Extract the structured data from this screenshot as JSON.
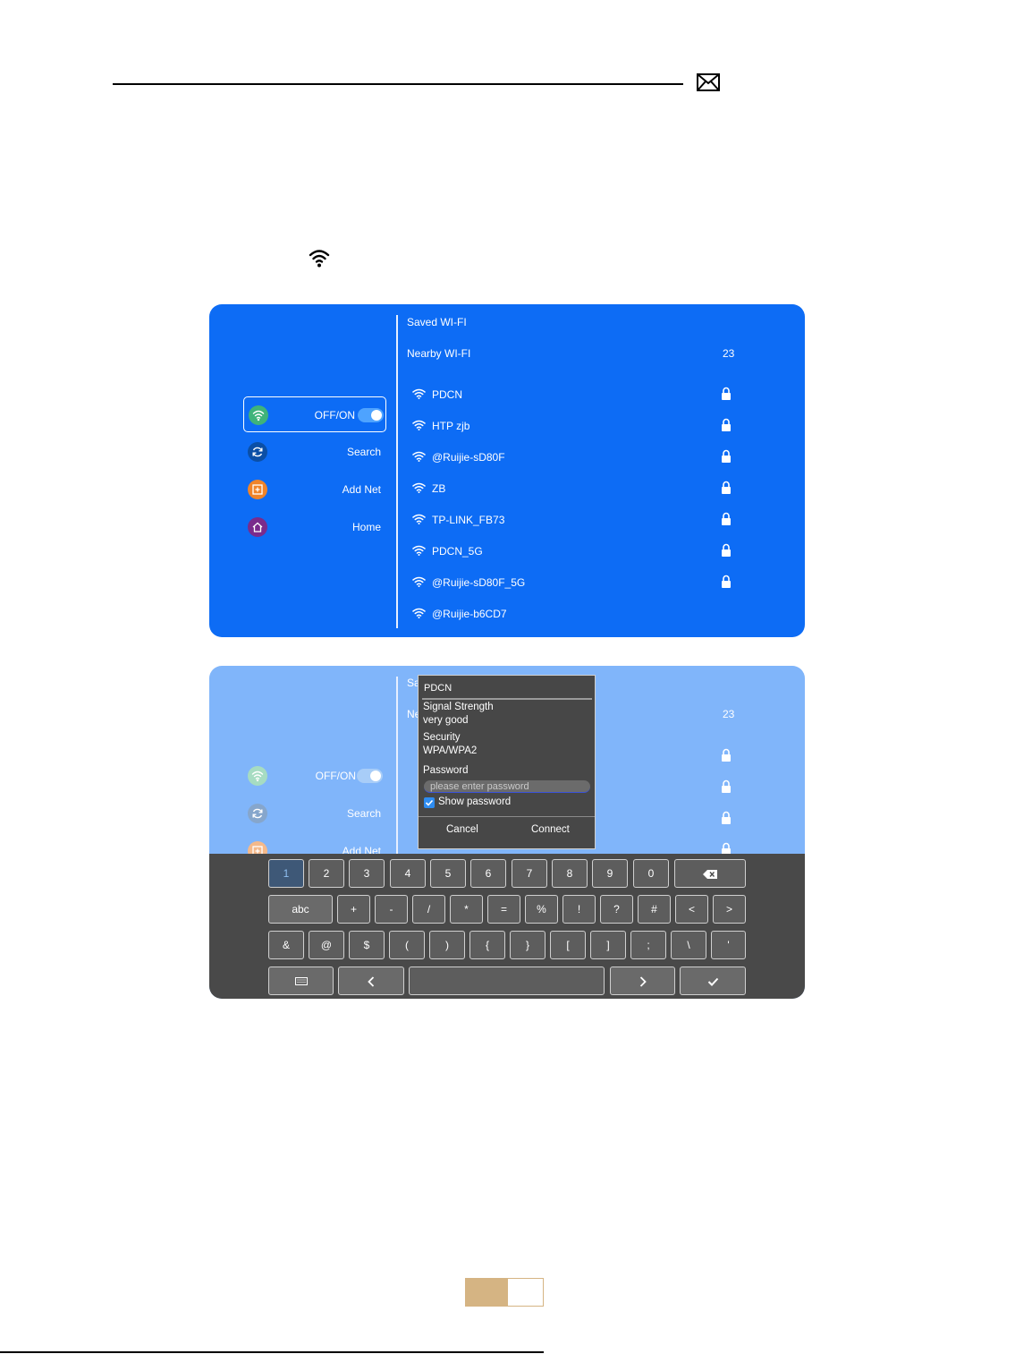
{
  "panel1": {
    "saved_label": "Saved WI-FI",
    "nearby_label": "Nearby WI-FI",
    "count": "23",
    "menu": [
      {
        "label": "OFF/ON",
        "icon": "wifi-icon",
        "color": "#3fb37a"
      },
      {
        "label": "Search",
        "icon": "refresh-icon",
        "color": "#0b4fa6"
      },
      {
        "label": "Add Net",
        "icon": "add-icon",
        "color": "#f0842a"
      },
      {
        "label": "Home",
        "icon": "home-icon",
        "color": "#7a2b8c"
      }
    ],
    "networks": [
      {
        "name": "PDCN",
        "locked": true
      },
      {
        "name": "HTP zjb",
        "locked": true
      },
      {
        "name": "@Ruijie-sD80F",
        "locked": true
      },
      {
        "name": "ZB",
        "locked": true
      },
      {
        "name": "TP-LINK_FB73",
        "locked": true
      },
      {
        "name": "PDCN_5G",
        "locked": true
      },
      {
        "name": "@Ruijie-sD80F_5G",
        "locked": true
      },
      {
        "name": "@Ruijie-b6CD7",
        "locked": false
      }
    ]
  },
  "panel2": {
    "saved_label_partial": "Sa",
    "nearby_label_partial": "Ne",
    "count": "23",
    "menu": [
      {
        "label": "OFF/ON"
      },
      {
        "label": "Search"
      },
      {
        "label": "Add Net"
      }
    ],
    "dialog": {
      "title": "PDCN",
      "signal_label": "Signal Strength",
      "signal_value": "very good",
      "security_label": "Security",
      "security_value": "WPA/WPA2",
      "password_label": "Password",
      "password_placeholder": "please enter password",
      "show_password_label": "Show password",
      "show_password_checked": true,
      "cancel_label": "Cancel",
      "connect_label": "Connect"
    },
    "keyboard": {
      "row1": [
        "1",
        "2",
        "3",
        "4",
        "5",
        "6",
        "7",
        "8",
        "9",
        "0"
      ],
      "row2": [
        "abc",
        "+",
        "-",
        "/",
        "*",
        "=",
        "%",
        "!",
        "?",
        "#",
        "<",
        ">"
      ],
      "row3": [
        "&",
        "@",
        "$",
        "(",
        ")",
        "{",
        "}",
        "[",
        "]",
        ";",
        "\\",
        "'"
      ],
      "active_key": "1"
    }
  },
  "colors": {
    "panel_blue": "#0d6cf5",
    "panel_blue_dim": "#80b5fa",
    "keyboard_bg": "#494949",
    "dialog_bg": "#474747",
    "page_tab": "#d5b483"
  }
}
